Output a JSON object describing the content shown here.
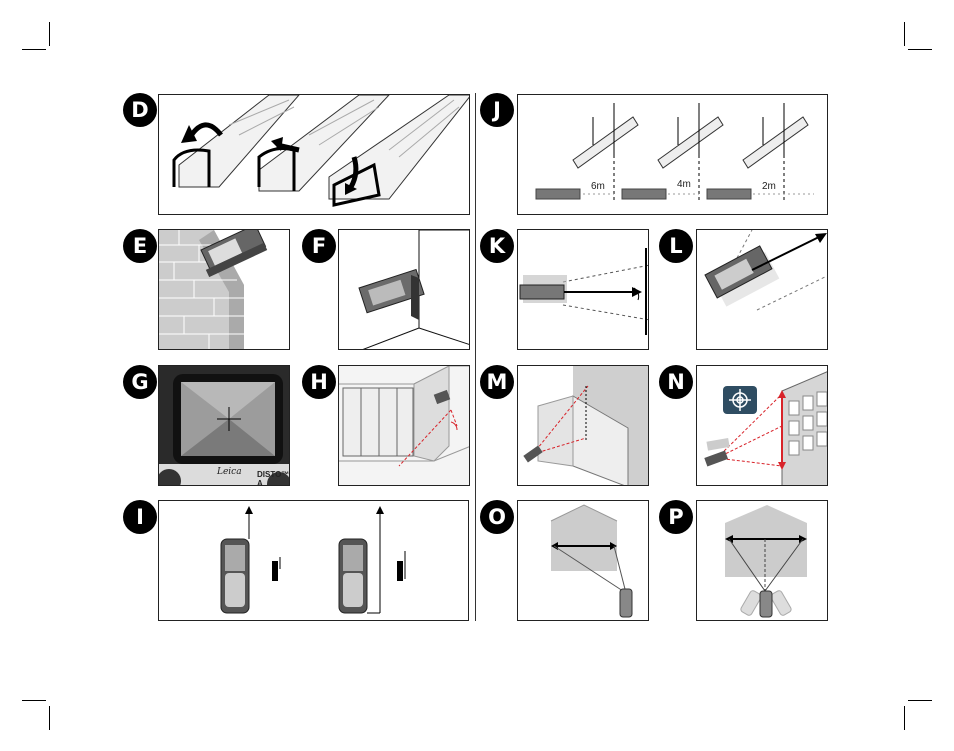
{
  "badges": {
    "d": "D",
    "e": "E",
    "f": "F",
    "g": "G",
    "h": "H",
    "i": "I",
    "j": "J",
    "k": "K",
    "l": "L",
    "m": "M",
    "n": "N",
    "o": "O",
    "p": "P"
  },
  "panel_j": {
    "dist_1": "6m",
    "dist_2": "4m",
    "dist_3": "2m"
  },
  "panel_g": {
    "brand": "Leica",
    "model": "DISTO™ A"
  },
  "colors": {
    "laser_red": "#d8232a",
    "badge_bg": "#000000",
    "device_dark": "#555555",
    "target_button": "#2f4d62"
  },
  "icons": {
    "target": "crosshair-target-icon"
  }
}
